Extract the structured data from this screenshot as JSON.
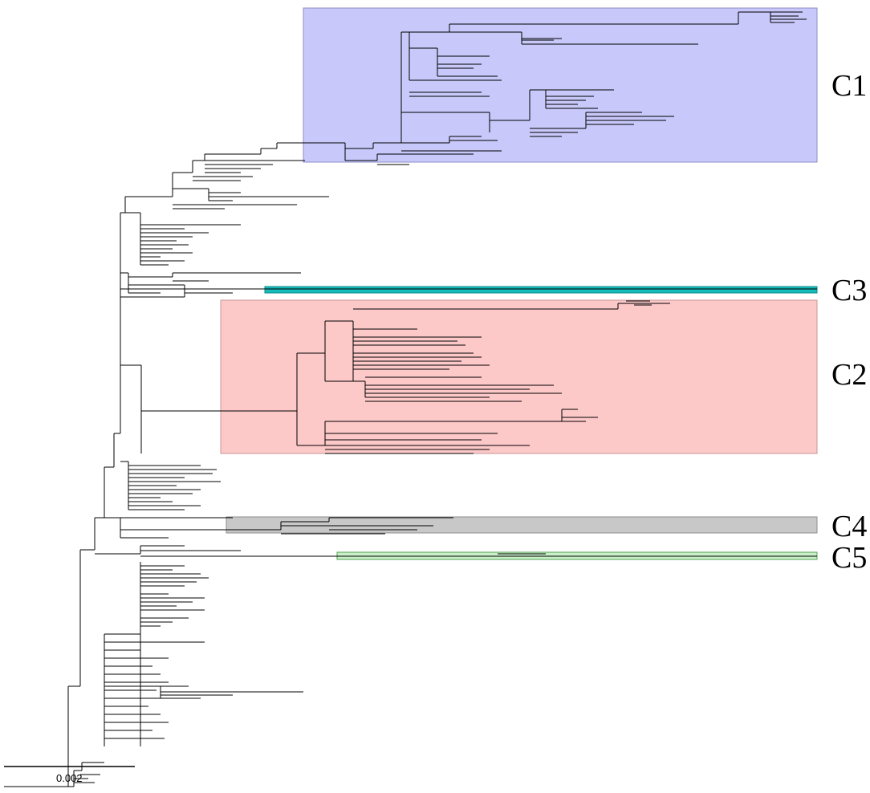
{
  "clades": [
    {
      "id": "C1",
      "label": "C1",
      "color": "#c8c8fa",
      "border": "#8c8cc8"
    },
    {
      "id": "C3",
      "label": "C3",
      "color": "#16bcbc",
      "border": "#0a8a8a"
    },
    {
      "id": "C2",
      "label": "C2",
      "color": "#fdc8c8",
      "border": "#c89696"
    },
    {
      "id": "C4",
      "label": "C4",
      "color": "#c8c8c8",
      "border": "#8c8c8c"
    },
    {
      "id": "C5",
      "label": "C5",
      "color": "#c9efc9",
      "border": "#52a452"
    }
  ],
  "scale_bar": {
    "label": "0.002"
  },
  "style": {
    "branch_color": "#000000",
    "background": "#ffffff"
  }
}
